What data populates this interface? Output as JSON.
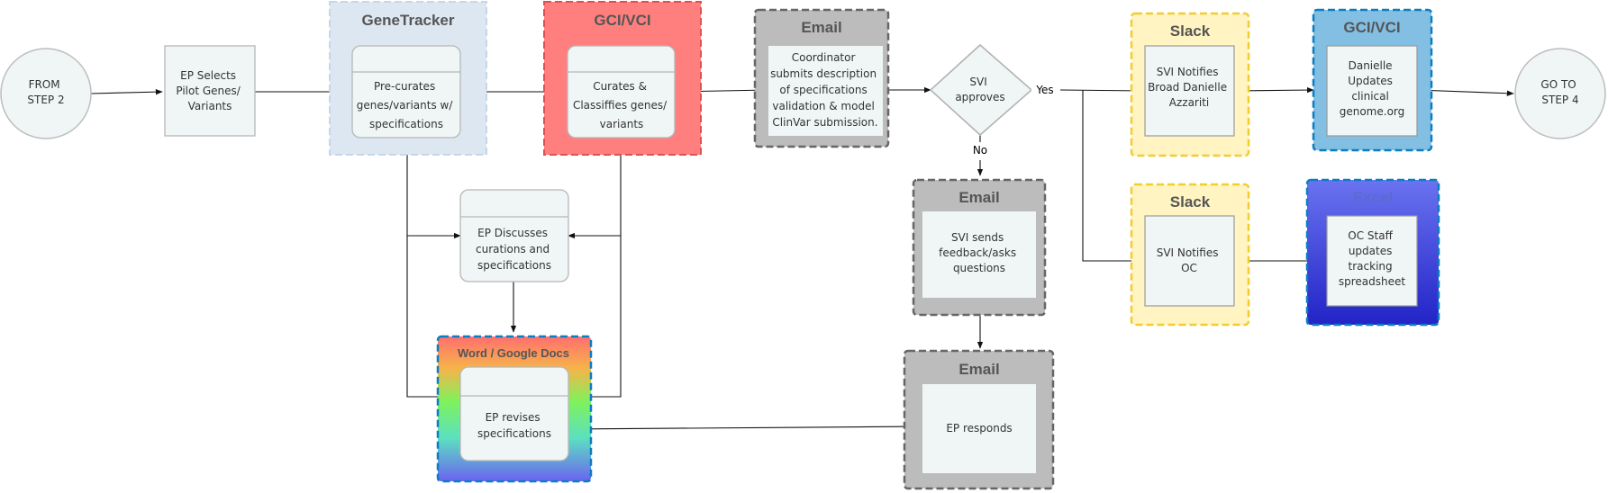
{
  "nodes": {
    "from_step": {
      "lines": [
        "FROM",
        "STEP 2"
      ]
    },
    "ep_selects": {
      "lines": [
        "EP Selects",
        "Pilot Genes/",
        "Variants"
      ]
    },
    "genetracker": {
      "title": "GeneTracker",
      "lines": [
        "Pre-curates",
        "genes/variants w/",
        "specifications"
      ]
    },
    "gci_vci_curate": {
      "title": "GCI/VCI",
      "lines": [
        "Curates &",
        "Classiffies genes/",
        "variants"
      ]
    },
    "email_coordinator": {
      "title": "Email",
      "lines": [
        "Coordinator",
        "submits description",
        "of specifications",
        "validation & model",
        "ClinVar submission."
      ]
    },
    "svi_approves": {
      "lines": [
        "SVI",
        "approves"
      ]
    },
    "slack_broad": {
      "title": "Slack",
      "lines": [
        "SVI Notifies",
        "Broad Danielle",
        "Azzariti"
      ]
    },
    "gci_vci_update": {
      "title": "GCI/VCI",
      "lines": [
        "Danielle",
        "Updates",
        "clinical",
        "genome.org"
      ]
    },
    "go_to_step": {
      "lines": [
        "GO TO",
        "STEP 4"
      ]
    },
    "ep_discusses": {
      "lines": [
        "EP Discusses",
        "curations and",
        "specifications"
      ]
    },
    "word_docs": {
      "title": "Word / Google Docs",
      "lines": [
        "EP revises",
        "specifications"
      ]
    },
    "email_svi_feedback": {
      "title": "Email",
      "lines": [
        "SVI sends",
        "feedback/asks",
        "questions"
      ]
    },
    "email_ep_responds": {
      "title": "Email",
      "lines": [
        "EP responds"
      ]
    },
    "slack_oc": {
      "title": "Slack",
      "lines": [
        "SVI Notifies",
        "OC"
      ]
    },
    "excel": {
      "title": "Excel",
      "lines": [
        "OC Staff",
        "updates",
        "tracking",
        "spreadsheet"
      ]
    }
  },
  "edge_labels": {
    "yes": "Yes",
    "no": "No"
  },
  "colors": {
    "node_fill": "#eff6f5",
    "genetracker_fill": "#dde7f1",
    "gci_vci_curate_fill": "#ff7f7e",
    "email_fill": "#bcbcbc",
    "slack_fill": "#fff4c2",
    "slack_border": "#f2cd2e",
    "gci_vci_update_fill": "#83bfe3",
    "excel_fill_top": "#6a73f0",
    "excel_fill_bottom": "#2224c7",
    "blue_dash": "#0a7ec2"
  }
}
